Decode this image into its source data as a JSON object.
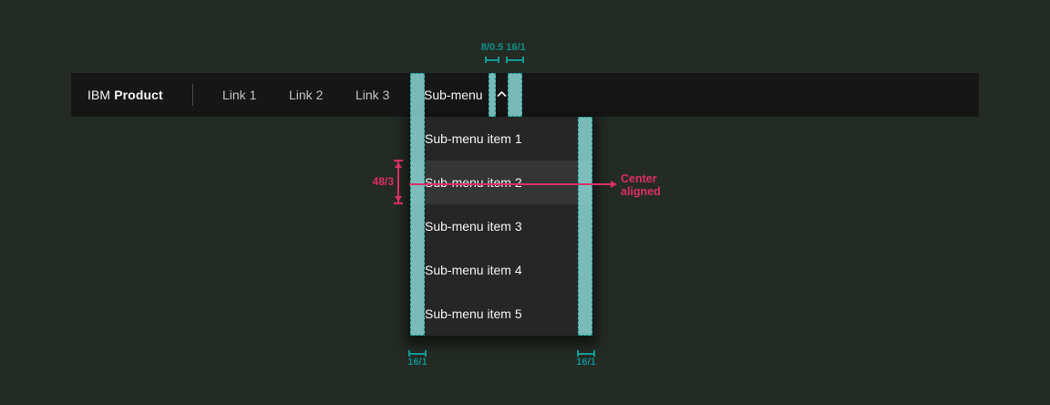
{
  "page": {
    "background": "#242b24"
  },
  "header": {
    "brand": {
      "prefix": "IBM ",
      "name": "Product"
    },
    "links": [
      {
        "label": "Link 1"
      },
      {
        "label": "Link 2"
      },
      {
        "label": "Link 3"
      }
    ],
    "submenu": {
      "label": "Sub-menu",
      "chevron_icon": "chevron-up-icon"
    }
  },
  "menu": {
    "items": [
      {
        "label": "Sub-menu item 1",
        "state": "normal"
      },
      {
        "label": "Sub-menu item 2",
        "state": "highlighted"
      },
      {
        "label": "Sub-menu item 3",
        "state": "normal"
      },
      {
        "label": "Sub-menu item 4",
        "state": "normal"
      },
      {
        "label": "Sub-menu item 5",
        "state": "normal"
      }
    ]
  },
  "annotations": {
    "unit_format": "px/rem",
    "spacing": {
      "submenu_text_to_chevron": "8/0.5",
      "chevron_right_padding": "16/1",
      "menu_left_padding": "16/1",
      "menu_right_padding": "16/1"
    },
    "size": {
      "menu_item_height": "48/3"
    },
    "callout": {
      "line1": "Center",
      "line2": "aligned"
    },
    "colors": {
      "spacing_teal_fill": "#8ad6d4",
      "spacing_teal_border": "#0e8f8b",
      "spacing_label_text": "#0d8f8b",
      "size_annotation_pink": "#da2f68",
      "header_bg": "#161616",
      "menu_bg": "#262626",
      "menu_highlight_bg": "#353535"
    }
  }
}
